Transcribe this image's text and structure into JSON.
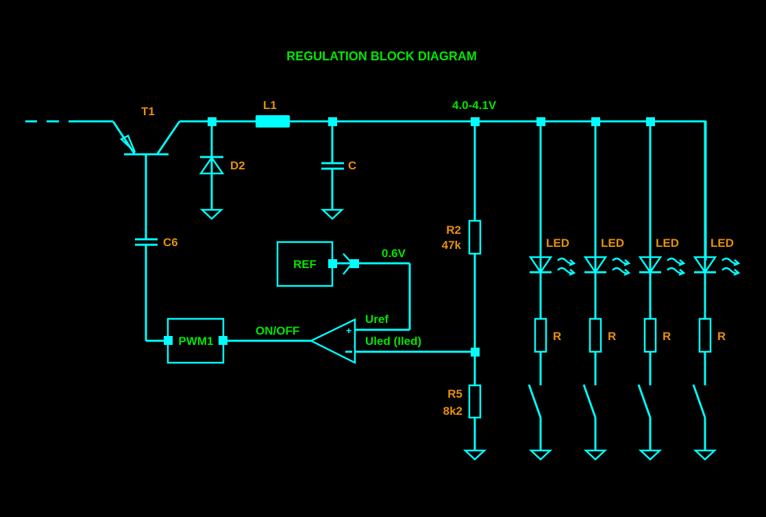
{
  "title": "REGULATION BLOCK DIAGRAM",
  "colors": {
    "wire": "#00ffff",
    "component_label": "#e8900c",
    "signal_label": "#00e600",
    "background": "#000000"
  },
  "components": {
    "transistor": "T1",
    "inductor": "L1",
    "diode": "D2",
    "capacitor_out": "C",
    "capacitor_coupling": "C6",
    "reference": "REF",
    "pwm": "PWM1",
    "r_top": {
      "name": "R2",
      "value": "47k"
    },
    "r_bottom": {
      "name": "R5",
      "value": "8k2"
    },
    "leds": [
      {
        "label": "LED",
        "resistor": "R"
      },
      {
        "label": "LED",
        "resistor": "R"
      },
      {
        "label": "LED",
        "resistor": "R"
      },
      {
        "label": "LED",
        "resistor": "R"
      }
    ]
  },
  "signals": {
    "rail_voltage": "4.0-4.1V",
    "ref_voltage": "0.6V",
    "uref": "Uref",
    "uled": "Uled (Iled)",
    "onoff": "ON/OFF",
    "plus": "+",
    "minus": "−"
  }
}
